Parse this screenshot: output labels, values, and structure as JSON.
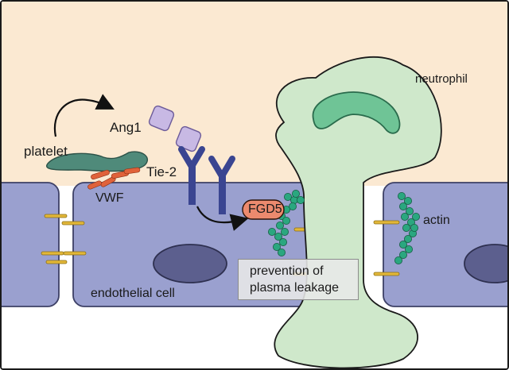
{
  "labels": {
    "neutrophil": "neutrophil",
    "ang1": "Ang1",
    "platelet": "platelet",
    "tie2": "Tie-2",
    "vwf": "VWF",
    "fgd5": "FGD5",
    "actin": "actin",
    "endothelial_cell": "endothelial cell",
    "prevention_line1": "prevention of",
    "prevention_line2": "plasma leakage"
  },
  "colors": {
    "plasma_background": "#fbe9d2",
    "endothelial_cell": "#9aa0cf",
    "endothelial_outline": "#3d4066",
    "nucleus": "#5c5f8e",
    "neutrophil": "#cfe8cb",
    "neutrophil_nucleus": "#6fc496",
    "platelet": "#4f8a7a",
    "vwf": "#e0623a",
    "ang1": "#c8b9e4",
    "tie2_receptor": "#3a4591",
    "fgd5": "#ec8a6e",
    "actin": "#2aa77f",
    "junction": "#e2b739"
  },
  "icons": [
    "arrow-platelet-to-ang1",
    "arrow-tie2-to-fgd5"
  ]
}
